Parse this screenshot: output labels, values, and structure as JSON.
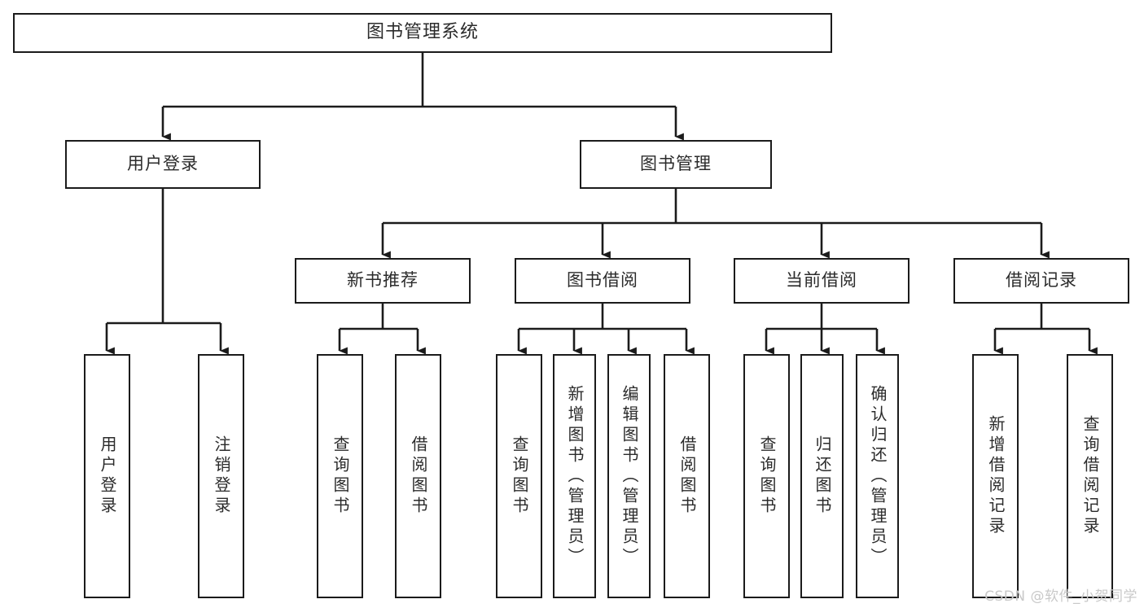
{
  "diagram": {
    "title": "图书管理系统",
    "type": "tree-hierarchy",
    "watermark": "CSDN @软件_小贺同学",
    "colors": {
      "stroke": "#1b1b1b",
      "fill": "#ffffff",
      "text": "#2b2b2b",
      "watermark": "#c9c9c9"
    },
    "nodes": {
      "root": {
        "label": "图书管理系统"
      },
      "level2": [
        {
          "id": "user-login",
          "label": "用户登录"
        },
        {
          "id": "book-manage",
          "label": "图书管理"
        }
      ],
      "level3": [
        {
          "id": "new-book-recommend",
          "label": "新书推荐"
        },
        {
          "id": "book-borrow",
          "label": "图书借阅"
        },
        {
          "id": "current-borrow",
          "label": "当前借阅"
        },
        {
          "id": "borrow-record",
          "label": "借阅记录"
        }
      ],
      "leaves": {
        "user-login": [
          {
            "id": "leaf-user-login",
            "label": "用户登录"
          },
          {
            "id": "leaf-user-logout",
            "label": "注销登录"
          }
        ],
        "new-book-recommend": [
          {
            "id": "leaf-query-book-1",
            "label": "查询图书"
          },
          {
            "id": "leaf-borrow-book-1",
            "label": "借阅图书"
          }
        ],
        "book-borrow": [
          {
            "id": "leaf-query-book-2",
            "label": "查询图书"
          },
          {
            "id": "leaf-add-book",
            "label": "新增图书（管理员）"
          },
          {
            "id": "leaf-edit-book",
            "label": "编辑图书（管理员）"
          },
          {
            "id": "leaf-borrow-book-2",
            "label": "借阅图书"
          }
        ],
        "current-borrow": [
          {
            "id": "leaf-query-book-3",
            "label": "查询图书"
          },
          {
            "id": "leaf-return-book",
            "label": "归还图书"
          },
          {
            "id": "leaf-confirm-return",
            "label": "确认归还（管理员）"
          }
        ],
        "borrow-record": [
          {
            "id": "leaf-add-record",
            "label": "新增借阅记录"
          },
          {
            "id": "leaf-query-record",
            "label": "查询借阅记录"
          }
        ]
      }
    }
  }
}
